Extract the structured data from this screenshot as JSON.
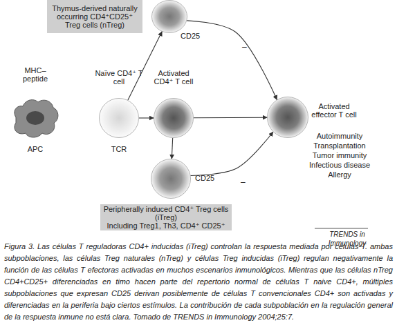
{
  "diagram": {
    "caption": "Figura 3. Las células T reguladoras CD4+ inducidas (iTreg) controlan la respuesta mediada por células T. ambas subpoblaciones, las células Treg naturales (nTreg) y células Treg inducidas (iTreg) regulan negativamente la función de las células T efectoras activadas en muchos escenarios inmunológicos. Mientras que las células nTreg CD4+CD25+ diferenciadas en timo hacen parte del repertorio normal de células T naive CD4+, múltiples subpoblaciones que expresan CD25 derivan posiblemente de células T convencionales CD4+ son activadas y diferenciadas en la periferia bajo ciertos estímulos. La contribución de cada subpoblación en la regulación general de la respuesta inmune no está clara. Tomado de TRENDS in Immunology 2004;25:7.",
    "nodes": [
      {
        "text": [
          "Thymus-derived naturally occurring CD4⁺CD25⁺ Treg cells (nTreg)"
        ]
      },
      {
        "text": [
          "CD25"
        ]
      },
      {
        "text": [
          "MHC–peptide",
          "APC"
        ]
      },
      {
        "text": [
          "Naïve CD4⁺ T cell",
          "TCR"
        ]
      },
      {
        "text": [
          "Activated CD4⁺ T cell"
        ]
      },
      {
        "text": [
          "Activated effector T cell"
        ]
      },
      {
        "text": [
          "CD25"
        ]
      },
      {
        "text": [
          "Peripherally induced CD4⁺ Treg cells (iTreg)",
          "Including Treg1, Th3, CD4⁺ CD25⁺"
        ]
      }
    ],
    "edges": [
      {
        "from": 3,
        "to": 1,
        "arrow": "to"
      },
      {
        "from": 3,
        "to": 4,
        "arrow": "to"
      },
      {
        "from": 4,
        "to": 5,
        "arrow": "to"
      },
      {
        "from": 4,
        "to": 6,
        "arrow": "to"
      },
      {
        "from": 1,
        "to": 5,
        "label": "–",
        "arrow": "to"
      },
      {
        "from": 6,
        "to": 5,
        "label": "–",
        "arrow": "to"
      }
    ],
    "labels": [
      "Autoimmunity",
      "Transplantation",
      "Tumor immunity",
      "Infectious disease",
      "Allergy",
      "TRENDS in Immunology"
    ]
  }
}
